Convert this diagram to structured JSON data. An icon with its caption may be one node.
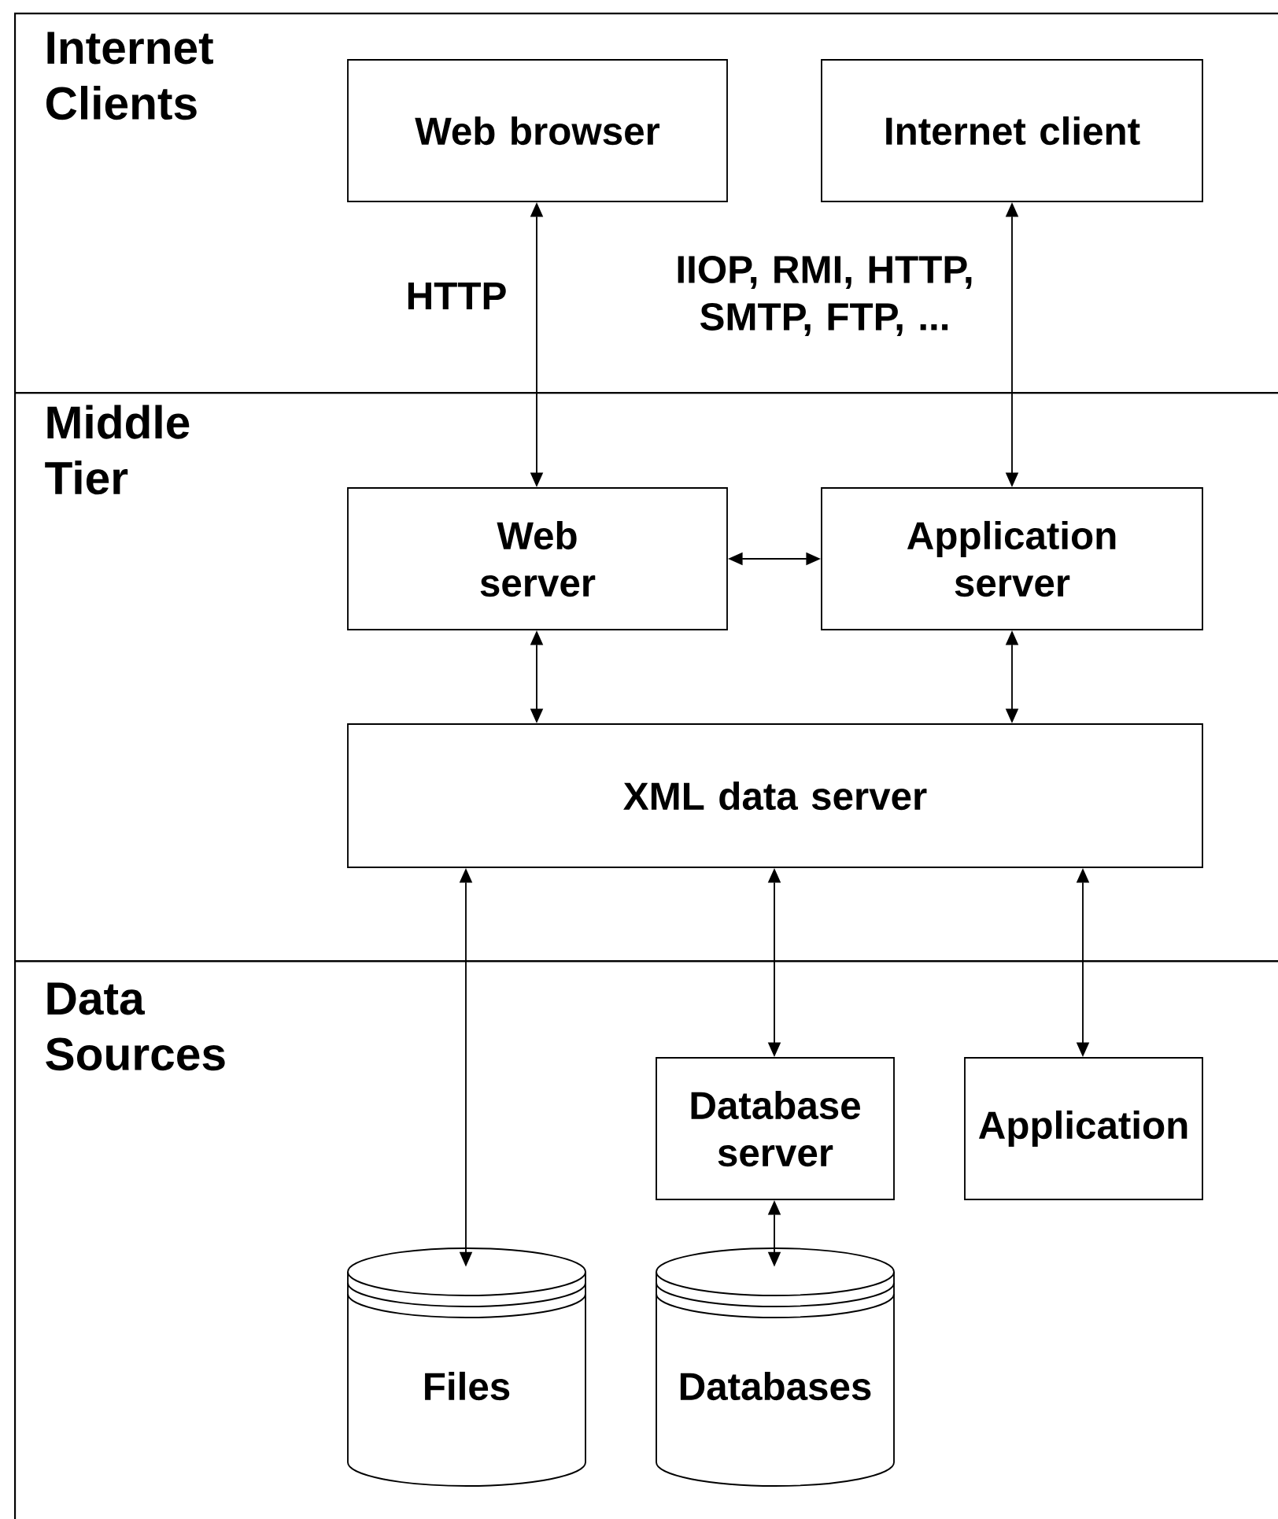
{
  "diagram": {
    "nodes": [
      {
        "text": [
          "Internet Clients"
        ]
      },
      {
        "text": [
          "Web browser"
        ],
        "in": 0
      },
      {
        "text": [
          "Internet client"
        ],
        "in": 0
      },
      {
        "text": [
          "Middle Tier"
        ]
      },
      {
        "text": [
          "Web server"
        ],
        "in": 3
      },
      {
        "text": [
          "Application server"
        ],
        "in": 3
      },
      {
        "text": [
          "XML data server"
        ],
        "in": 3
      },
      {
        "text": [
          "Data Sources"
        ]
      },
      {
        "text": [
          "Database server"
        ],
        "in": 7
      },
      {
        "text": [
          "Application"
        ],
        "in": 7
      },
      {
        "text": [
          "Files"
        ],
        "in": 7
      },
      {
        "text": [
          "Databases"
        ],
        "in": 7
      }
    ],
    "edges": [
      {
        "from": 1,
        "to": 4,
        "arrow": "both",
        "label": "HTTP"
      },
      {
        "from": 2,
        "to": 5,
        "arrow": "both",
        "label": "IIOP, RMI, HTTP, SMTP, FTP, ..."
      },
      {
        "from": 4,
        "to": 5,
        "arrow": "both"
      },
      {
        "from": 4,
        "to": 6,
        "arrow": "both"
      },
      {
        "from": 5,
        "to": 6,
        "arrow": "both"
      },
      {
        "from": 6,
        "to": 10,
        "arrow": "both"
      },
      {
        "from": 6,
        "to": 8,
        "arrow": "both"
      },
      {
        "from": 6,
        "to": 9,
        "arrow": "both"
      },
      {
        "from": 8,
        "to": 11,
        "arrow": "both"
      }
    ]
  }
}
